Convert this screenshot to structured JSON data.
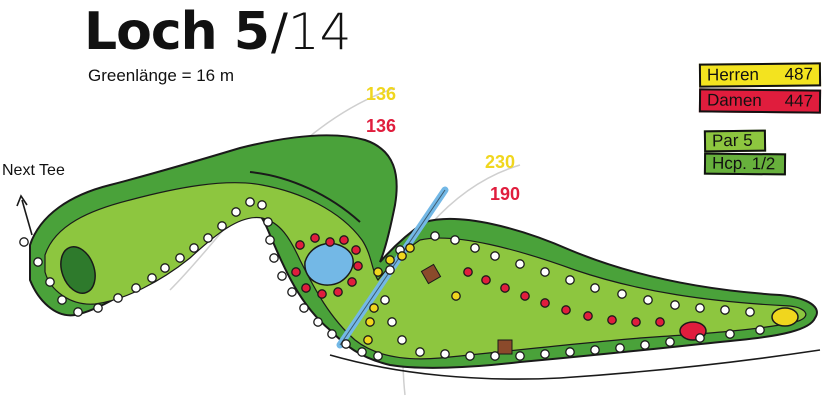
{
  "header": {
    "hole": "Loch 5",
    "separator": "/",
    "total": "14",
    "green_length": "Greenlänge = 16 m"
  },
  "tees": {
    "herren": {
      "label": "Herren",
      "value": "487"
    },
    "damen": {
      "label": "Damen",
      "value": "447"
    }
  },
  "info": {
    "par": "Par 5",
    "hcp": "Hcp. 1/2"
  },
  "distances": {
    "first_yellow": "136",
    "first_red": "136",
    "second_yellow": "230",
    "second_red": "190"
  },
  "next_tee_label": "Next Tee",
  "colors": {
    "fairway_dark": "#4aa23a",
    "fairway_light": "#8dc63f",
    "water": "#73b8e6",
    "yellow": "#f0d61e",
    "red": "#e01d3d",
    "herren_badge": "#f3e31f",
    "damen_badge": "#e01d3d"
  }
}
